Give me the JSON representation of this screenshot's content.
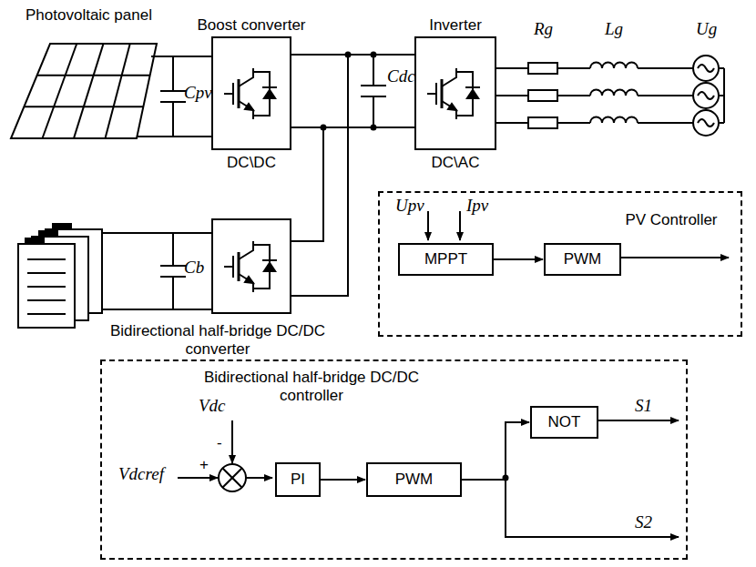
{
  "diagram": {
    "nodes": [
      {
        "text": [
          "Boost converter",
          "DC\\DC"
        ]
      },
      {
        "text": [
          "Inverter",
          "DC\\AC"
        ]
      },
      {
        "text": [
          "Bidirectional half-bridge DC/DC converter"
        ]
      },
      {
        "text": [
          "PV Controller"
        ]
      },
      {
        "text": [
          "MPPT"
        ],
        "in": 3
      },
      {
        "text": [
          "PWM"
        ],
        "in": 3
      },
      {
        "text": [
          "Bidirectional half-bridge DC/DC controller"
        ]
      },
      {
        "text": [
          "PI"
        ],
        "in": 6
      },
      {
        "text": [
          "PWM"
        ],
        "in": 6
      },
      {
        "text": [
          "NOT"
        ],
        "in": 6
      }
    ],
    "edges": [
      {
        "from": 0,
        "to": 1,
        "arrow": "none"
      },
      {
        "from": 4,
        "to": 5,
        "arrow": "to"
      },
      {
        "from": 7,
        "to": 8,
        "arrow": "to"
      },
      {
        "from": 8,
        "to": 9,
        "arrow": "to"
      }
    ],
    "labels": [
      "Photovoltaic panel",
      "Cpv",
      "Cdc",
      "Rg",
      "Lg",
      "Ug",
      "Cb",
      "Upv",
      "Ipv",
      "Vdc",
      "-",
      "Vdcref",
      "+",
      "S1",
      "S2"
    ]
  }
}
